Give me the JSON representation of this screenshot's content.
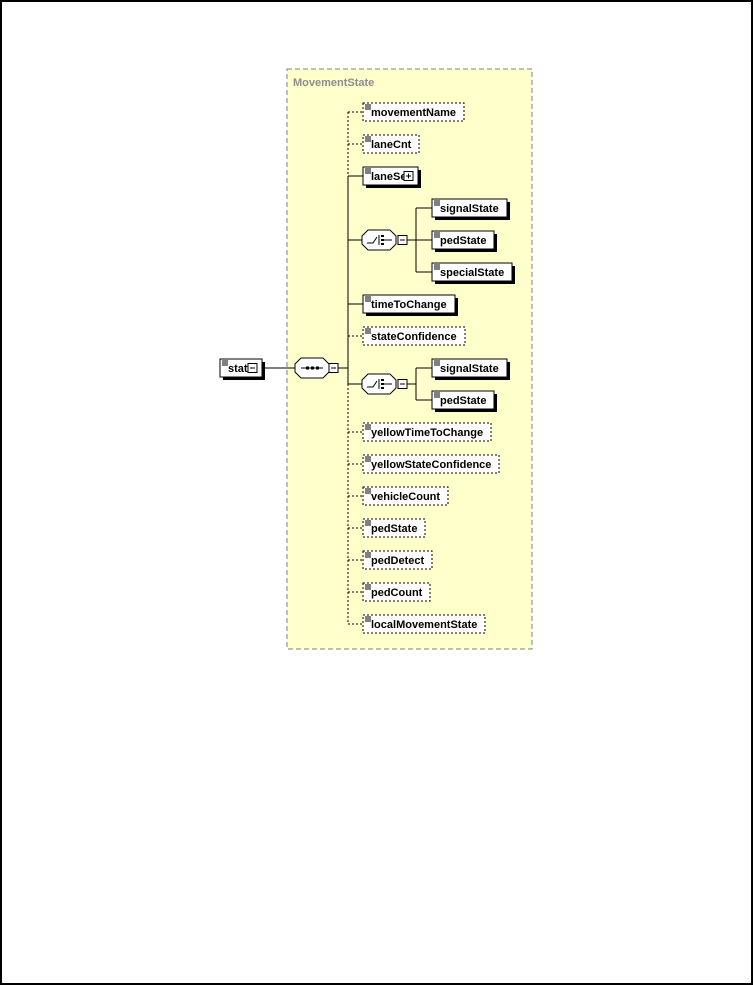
{
  "diagram": {
    "group_title": "MovementState",
    "root": {
      "label": "state"
    },
    "items": [
      {
        "label": "movementName",
        "optional": true
      },
      {
        "label": "laneCnt",
        "optional": true
      },
      {
        "label": "laneSet",
        "optional": false,
        "expandable": true
      },
      {
        "choice": true,
        "optional": false,
        "children": [
          {
            "label": "signalState",
            "optional": false
          },
          {
            "label": "pedState",
            "optional": false
          },
          {
            "label": "specialState",
            "optional": false
          }
        ]
      },
      {
        "label": "timeToChange",
        "optional": false
      },
      {
        "label": "stateConfidence",
        "optional": true
      },
      {
        "choice": true,
        "optional": false,
        "children": [
          {
            "label": "signalState",
            "optional": false
          },
          {
            "label": "pedState",
            "optional": false
          }
        ]
      },
      {
        "label": "yellowTimeToChange",
        "optional": true
      },
      {
        "label": "yellowStateConfidence",
        "optional": true
      },
      {
        "label": "vehicleCount",
        "optional": true
      },
      {
        "label": "pedState",
        "optional": true
      },
      {
        "label": "pedDetect",
        "optional": true
      },
      {
        "label": "pedCount",
        "optional": true
      },
      {
        "label": "localMovementState",
        "optional": true
      }
    ]
  },
  "colors": {
    "group_fill": "#ffffcc",
    "group_border": "#808080",
    "title": "#8c8c8c",
    "line": "#000000"
  }
}
